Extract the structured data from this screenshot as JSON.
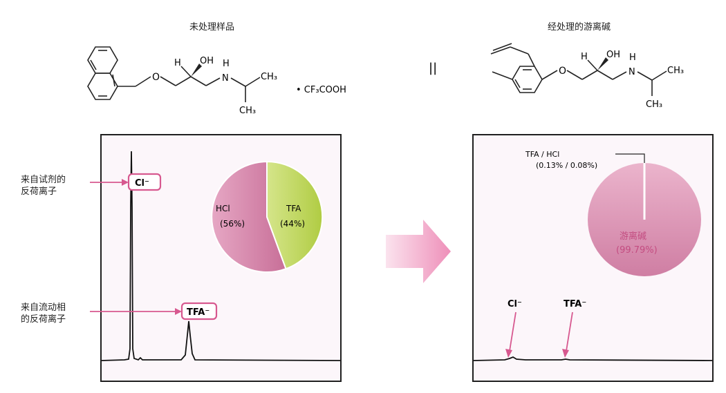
{
  "left": {
    "title": "未处理样品",
    "counterion": "• CF₃COOH",
    "label_reagent": [
      "来自试剂的",
      "反荷离子"
    ],
    "label_mobile": [
      "来自流动相",
      "的反荷离子"
    ],
    "peak_cl": "Cl⁻",
    "peak_tfa": "TFA⁻",
    "pie": {
      "slices": [
        {
          "name": "HCl",
          "pct_label": "(56%)",
          "value": 56,
          "color": "#d986ab"
        },
        {
          "name": "TFA",
          "pct_label": "(44%)",
          "value": 44,
          "color": "#b9d257"
        }
      ]
    }
  },
  "right": {
    "title": "经处理的游离碱",
    "peak_cl": "Cl⁻",
    "peak_tfa": "TFA⁻",
    "pie_top_label": "TFA / HCl",
    "pie_top_values": "(0.13% / 0.08%)",
    "pie": {
      "slices": [
        {
          "name": "游离碱",
          "pct_label": "(99.79%)",
          "value": 99.79,
          "color": "#d986ab"
        },
        {
          "name": "TFA",
          "value": 0.13,
          "color": "#ffffff"
        },
        {
          "name": "HCl",
          "value": 0.08,
          "color": "#ffffff"
        }
      ]
    }
  },
  "molecule": {
    "h": "H",
    "oh": "OH",
    "o": "O",
    "nh_n": "N",
    "nh_h": "H",
    "ch3": "CH₃"
  },
  "separator": "||",
  "colors": {
    "accent": "#d7588f",
    "arrow": "#f0a4c6"
  }
}
